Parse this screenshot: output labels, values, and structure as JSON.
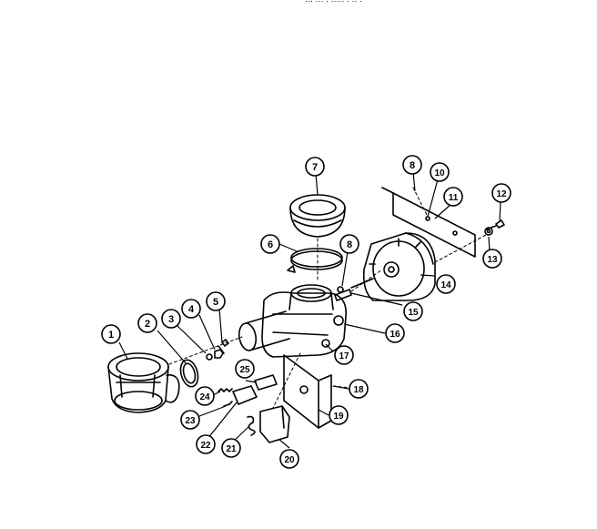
{
  "header": {
    "clipped_text": "···      ··· · ····· · ·· ·"
  },
  "callouts": [
    "1",
    "2",
    "3",
    "4",
    "5",
    "6",
    "7",
    "8",
    "8",
    "10",
    "11",
    "12",
    "13",
    "14",
    "15",
    "16",
    "17",
    "18",
    "19",
    "20",
    "21",
    "22",
    "23",
    "24",
    "25"
  ],
  "colors": {
    "ink": "#000000",
    "paper": "#ffffff"
  }
}
